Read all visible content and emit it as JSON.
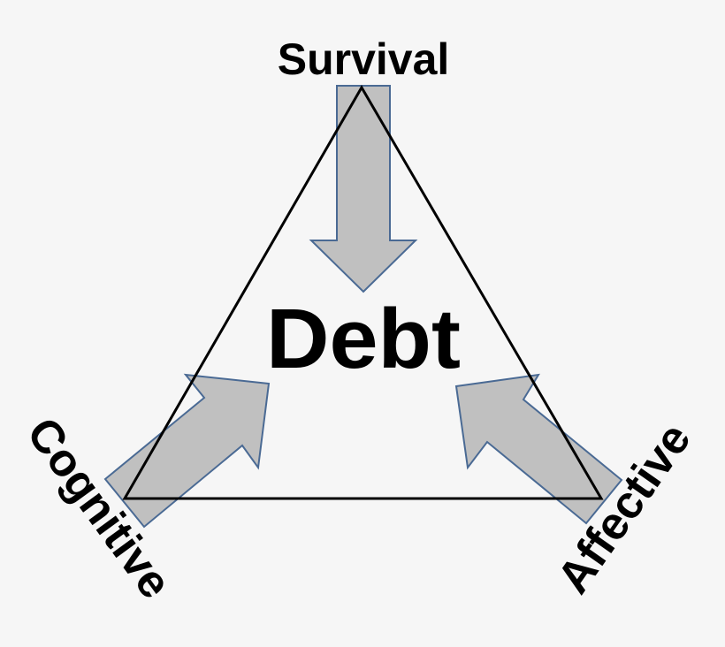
{
  "diagram": {
    "center_label": "Debt",
    "top_label": "Survival",
    "left_label": "Cognitive",
    "right_label": "Affective"
  },
  "colors": {
    "background": "#f6f6f6",
    "arrow_fill": "#c0c0c0",
    "arrow_stroke": "#4a6a94",
    "triangle_stroke": "#000000",
    "text": "#000000"
  }
}
